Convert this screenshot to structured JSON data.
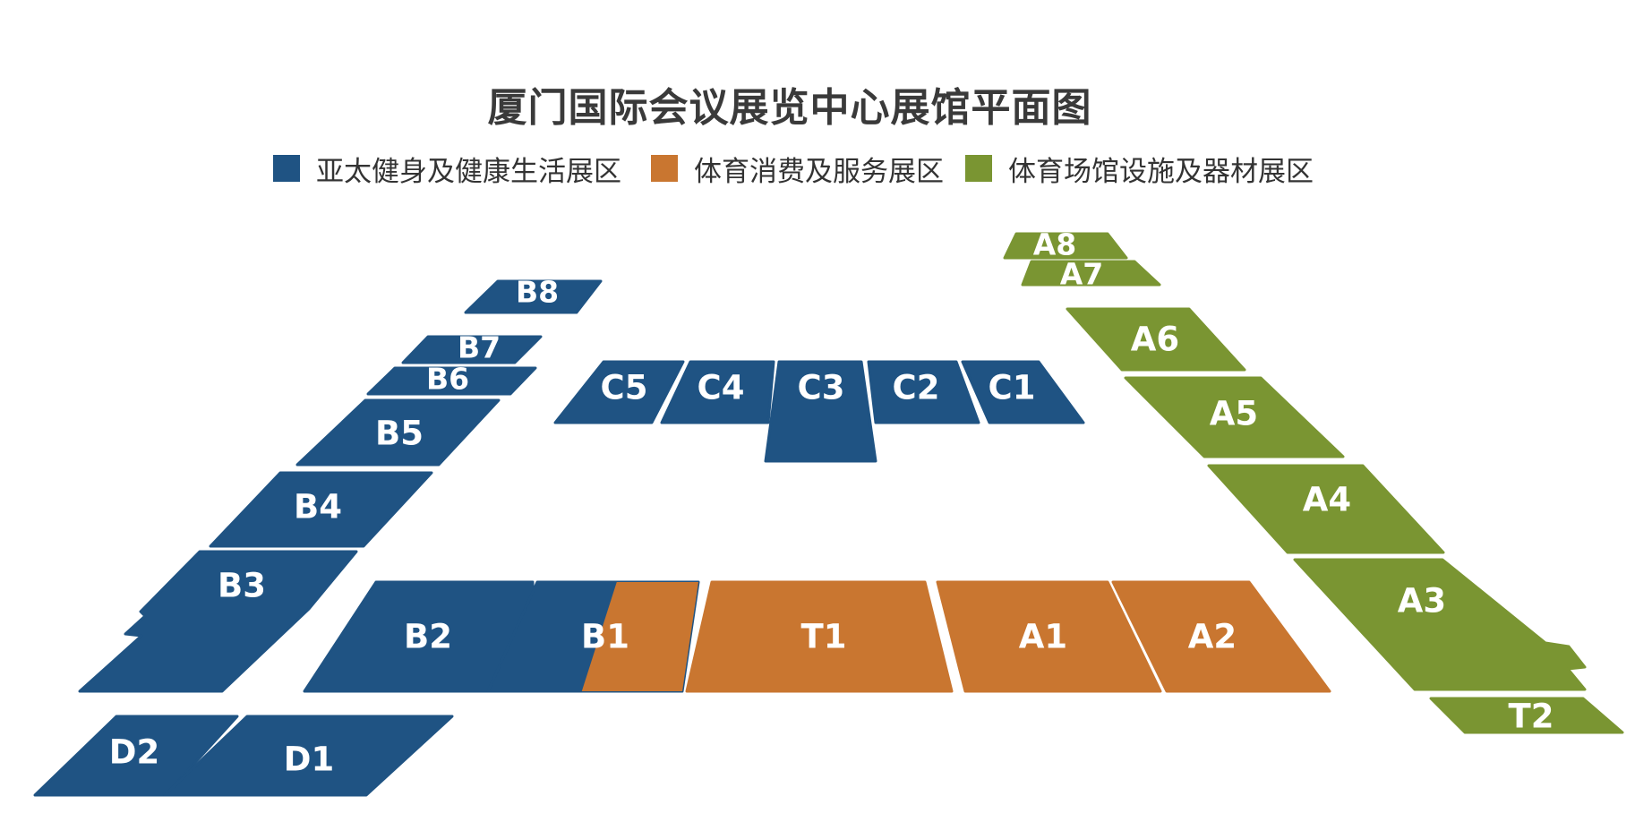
{
  "title": "厦门国际会议展览中心展馆平面图",
  "legend": [
    {
      "label": "亚太健身及健康生活展区",
      "color": "#1f5383",
      "zone": "fitness"
    },
    {
      "label": "体育消费及服务展区",
      "color": "#c97630",
      "zone": "service"
    },
    {
      "label": "体育场馆设施及器材展区",
      "color": "#7a9532",
      "zone": "venue"
    }
  ],
  "halls": [
    {
      "id": "B8",
      "zone": "fitness"
    },
    {
      "id": "B7",
      "zone": "fitness"
    },
    {
      "id": "B6",
      "zone": "fitness"
    },
    {
      "id": "B5",
      "zone": "fitness"
    },
    {
      "id": "B4",
      "zone": "fitness"
    },
    {
      "id": "B3",
      "zone": "fitness"
    },
    {
      "id": "B2",
      "zone": "fitness"
    },
    {
      "id": "B1",
      "zone": "fitness / service"
    },
    {
      "id": "D2",
      "zone": "fitness"
    },
    {
      "id": "D1",
      "zone": "fitness"
    },
    {
      "id": "C5",
      "zone": "fitness"
    },
    {
      "id": "C4",
      "zone": "fitness"
    },
    {
      "id": "C3",
      "zone": "fitness"
    },
    {
      "id": "C2",
      "zone": "fitness"
    },
    {
      "id": "C1",
      "zone": "fitness"
    },
    {
      "id": "T1",
      "zone": "service"
    },
    {
      "id": "A1",
      "zone": "service"
    },
    {
      "id": "A2",
      "zone": "service"
    },
    {
      "id": "A8",
      "zone": "venue"
    },
    {
      "id": "A7",
      "zone": "venue"
    },
    {
      "id": "A6",
      "zone": "venue"
    },
    {
      "id": "A5",
      "zone": "venue"
    },
    {
      "id": "A4",
      "zone": "venue"
    },
    {
      "id": "A3",
      "zone": "venue"
    },
    {
      "id": "T2",
      "zone": "venue"
    }
  ]
}
